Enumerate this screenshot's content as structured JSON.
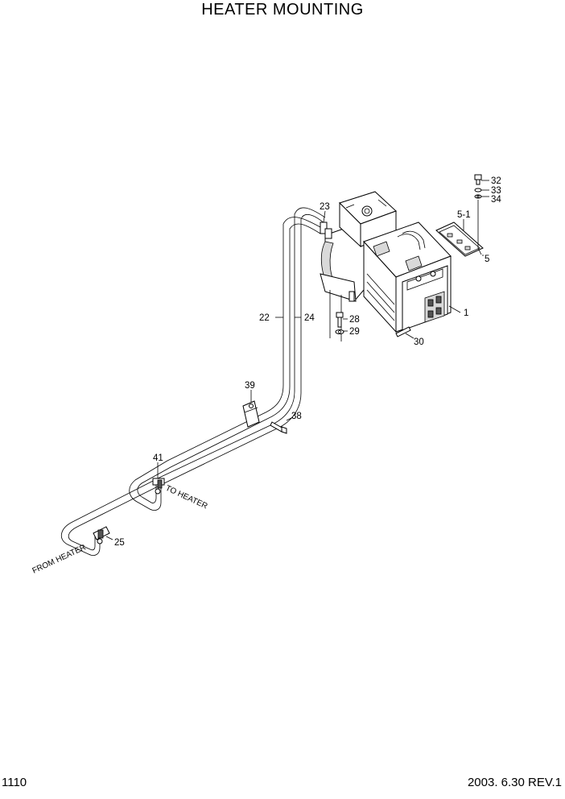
{
  "title": "HEATER MOUNTING",
  "page_number": "1110",
  "revision": "2003. 6.30  REV.1",
  "directions": {
    "to_heater": "TO HEATER",
    "from_heater": "FROM HEATER"
  },
  "callouts": [
    "32",
    "33",
    "34",
    "5-1",
    "5",
    "1",
    "23",
    "22",
    "24",
    "28",
    "29",
    "30",
    "39",
    "38",
    "41",
    "25"
  ]
}
